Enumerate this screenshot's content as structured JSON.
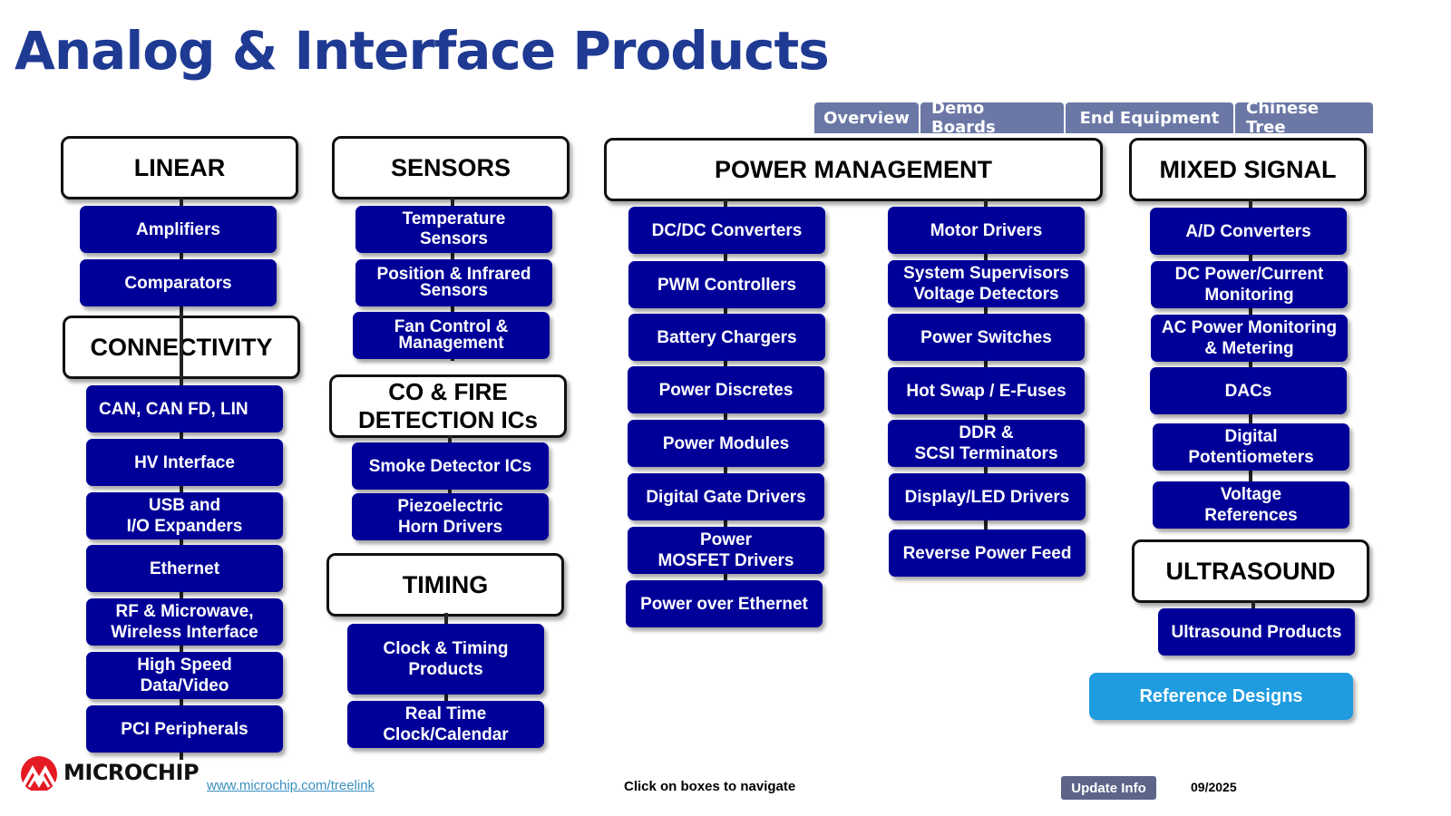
{
  "title": "Analog & Interface Products",
  "tabs": [
    {
      "label": "Overview"
    },
    {
      "label": "Demo Boards"
    },
    {
      "label": "End Equipment"
    },
    {
      "label": "Chinese Tree"
    }
  ],
  "categories": {
    "linear": {
      "label": "LINEAR",
      "items": [
        "Amplifiers",
        "Comparators"
      ]
    },
    "connectivity": {
      "label": "CONNECTIVITY",
      "items": [
        "CAN, CAN FD, LIN",
        "HV Interface",
        "USB and\nI/O Expanders",
        "Ethernet",
        "RF & Microwave,\nWireless Interface",
        "High Speed\nData/Video",
        "PCI Peripherals"
      ]
    },
    "sensors": {
      "label": "SENSORS",
      "items": [
        "Temperature\nSensors",
        "Position & Infrared\nSensors",
        "Fan Control &\nManagement"
      ]
    },
    "co_fire": {
      "label": "CO & FIRE\nDETECTION ICs",
      "items": [
        "Smoke Detector ICs",
        "Piezoelectric\nHorn Drivers"
      ]
    },
    "timing": {
      "label": "TIMING",
      "items": [
        "Clock & Timing\nProducts",
        "Real Time\nClock/Calendar"
      ]
    },
    "power_management": {
      "label": "POWER MANAGEMENT",
      "left_items": [
        "DC/DC Converters",
        "PWM Controllers",
        "Battery Chargers",
        "Power Discretes",
        "Power Modules",
        "Digital Gate Drivers",
        "Power\nMOSFET Drivers",
        "Power over Ethernet"
      ],
      "right_items": [
        "Motor Drivers",
        "System Supervisors\nVoltage Detectors",
        "Power Switches",
        "Hot Swap / E-Fuses",
        "DDR &\nSCSI Terminators",
        "Display/LED Drivers",
        "Reverse Power Feed"
      ]
    },
    "mixed_signal": {
      "label": "MIXED SIGNAL",
      "items": [
        "A/D Converters",
        "DC Power/Current\nMonitoring",
        "AC Power Monitoring\n& Metering",
        "DACs",
        "Digital\nPotentiometers",
        "Voltage\nReferences"
      ]
    },
    "ultrasound": {
      "label": "ULTRASOUND",
      "items": [
        "Ultrasound Products"
      ]
    }
  },
  "reference_designs": "Reference Designs",
  "footer": {
    "logo_text": "MICROCHIP",
    "link": "www.microchip.com/treelink",
    "hint": "Click on boxes to navigate",
    "update_button": "Update Info",
    "date": "09/2025"
  },
  "colors": {
    "title": "#1f3a93",
    "item_bg": "#000099",
    "tab_bg": "#6b78a6",
    "reference_bg": "#1f9be0",
    "logo_red": "#e41b23"
  }
}
